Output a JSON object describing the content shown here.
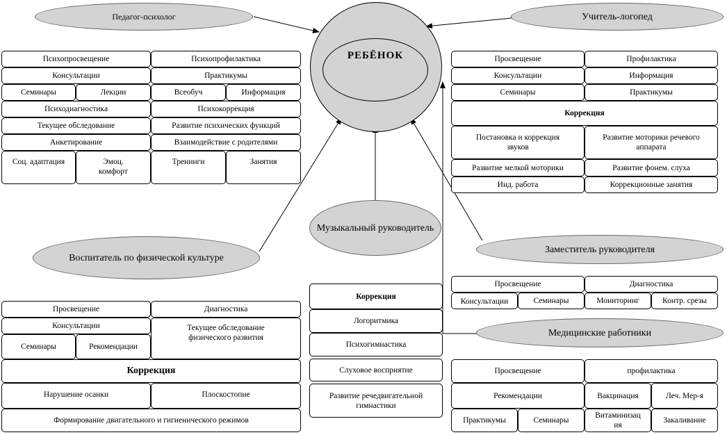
{
  "center": {
    "label": "РЕБЁНОК"
  },
  "roles": {
    "psychologist": "Педагог-психолог",
    "speech_therapist": "Учитель-логопед",
    "music": "Музыкальный руководитель",
    "pe_teacher": "Воспитатель по физической культуре",
    "deputy": "Заместитель руководителя",
    "medical": "Медицинские работники"
  },
  "psychologist_table": [
    "Психопросвещение",
    "Психопрофилактика",
    "Консультации",
    "Практикумы",
    "Семинары",
    "Лекции",
    "Всеобуч",
    "Информация",
    "Психодиагностика",
    "Психокоррекция",
    "Текущее обследование",
    "Развитие психических функций",
    "Анкетирование",
    "Взаимодействие с родителями",
    "Соц. адаптация",
    "Эмоц. комфорт",
    "Тренинги",
    "Занятия"
  ],
  "speech_table": [
    "Просвещение",
    "Профилактика",
    "Консультации",
    "Информация",
    "Семинары",
    "Практикумы",
    "Коррекция",
    "Постановка и коррекция звуков",
    "Развитие моторики речевого аппарата",
    "Развитие мелкой моторики",
    "Развитие фонем. слуха",
    "Инд. работа",
    "Коррекционные занятия"
  ],
  "deputy_table": [
    "Просвещение",
    "Диагностика",
    "Консультации",
    "Семинары",
    "Мониторинг",
    "Контр. срезы"
  ],
  "music_table": [
    "Коррекция",
    "Логоритмика",
    "Психогимнастика",
    "Слуховое восприятие",
    "Развитие речедвигательной гимнастики"
  ],
  "pe_table": [
    "Просвещение",
    "Диагностика",
    "Консультации",
    "Текущее обследование физического развития",
    "Семинары",
    "Рекомендации",
    "Коррекция",
    "Нарушение осанки",
    "Плоскостопие",
    "Формирование двигательного и гигиенического режимов"
  ],
  "medical_table": [
    "Просвещение",
    "профилактика",
    "Рекомендации",
    "Вакцинация",
    "Леч. Мер-я",
    "Практикумы",
    "Семинары",
    "Витаминизация",
    "Закаливание"
  ]
}
